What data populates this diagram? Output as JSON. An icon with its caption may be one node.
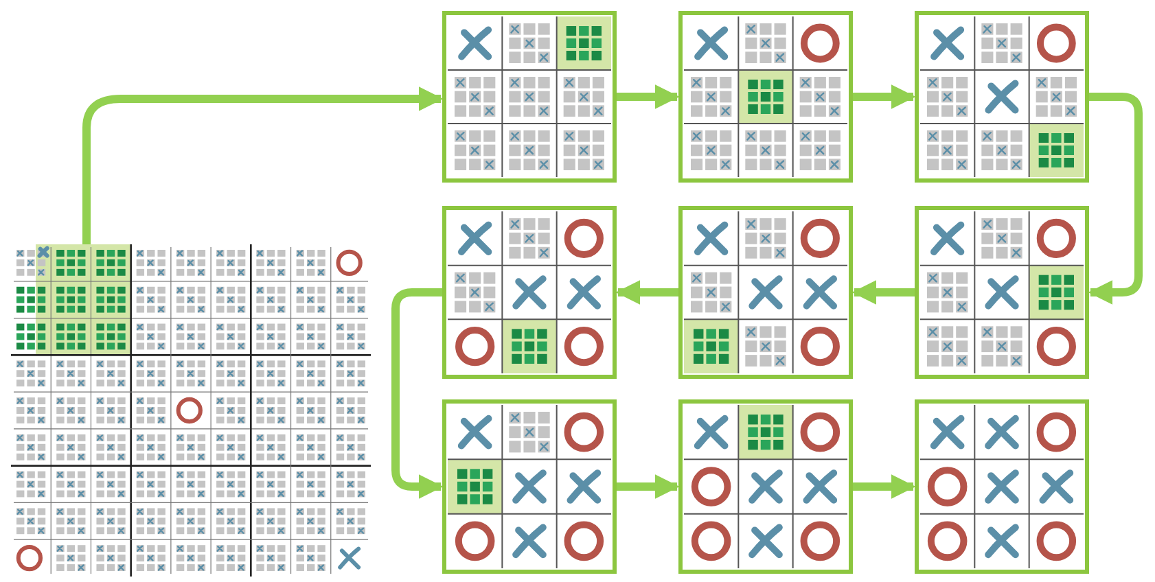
{
  "diagram": {
    "nodes": [
      {
        "text": [],
        "shape": "picture"
      },
      {
        "text": [],
        "shape": "picture"
      },
      {
        "text": [],
        "shape": "picture"
      },
      {
        "text": [],
        "shape": "picture"
      },
      {
        "text": [],
        "shape": "picture"
      },
      {
        "text": [],
        "shape": "picture"
      },
      {
        "text": [],
        "shape": "picture"
      },
      {
        "text": [],
        "shape": "picture"
      },
      {
        "text": [],
        "shape": "picture"
      },
      {
        "text": [],
        "shape": "picture"
      }
    ],
    "edges": [
      {
        "from": 0,
        "to": 1,
        "arrow": "to"
      },
      {
        "from": 1,
        "to": 2,
        "arrow": "to"
      },
      {
        "from": 2,
        "to": 3,
        "arrow": "to"
      },
      {
        "from": 3,
        "to": 4,
        "arrow": "to"
      },
      {
        "from": 4,
        "to": 5,
        "arrow": "to"
      },
      {
        "from": 5,
        "to": 6,
        "arrow": "to"
      },
      {
        "from": 6,
        "to": 7,
        "arrow": "to"
      },
      {
        "from": 7,
        "to": 8,
        "arrow": "to"
      },
      {
        "from": 8,
        "to": 9,
        "arrow": "to"
      }
    ]
  }
}
